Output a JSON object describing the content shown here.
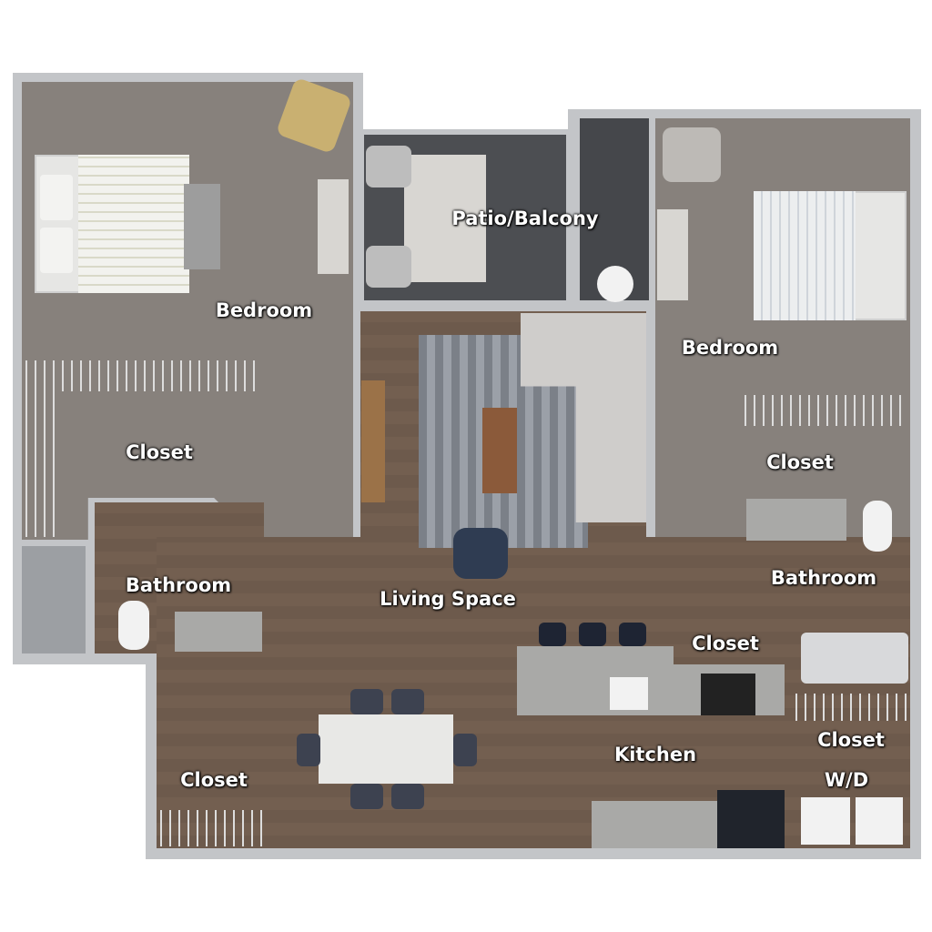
{
  "floor_plan": {
    "rooms": {
      "bedroom_left": "Bedroom",
      "patio": "Patio/Balcony",
      "bedroom_right": "Bedroom",
      "closet_left": "Closet",
      "closet_right": "Closet",
      "bathroom_left": "Bathroom",
      "living": "Living Space",
      "bathroom_right": "Bathroom",
      "closet_hall": "Closet",
      "closet_laundry": "Closet",
      "kitchen": "Kitchen",
      "wd": "W/D",
      "closet_entry": "Closet"
    },
    "colors": {
      "wall": "#c3c5c8",
      "carpet": "#87817c",
      "wood": "#6d5a4c",
      "patio": "#4c4e52"
    }
  }
}
